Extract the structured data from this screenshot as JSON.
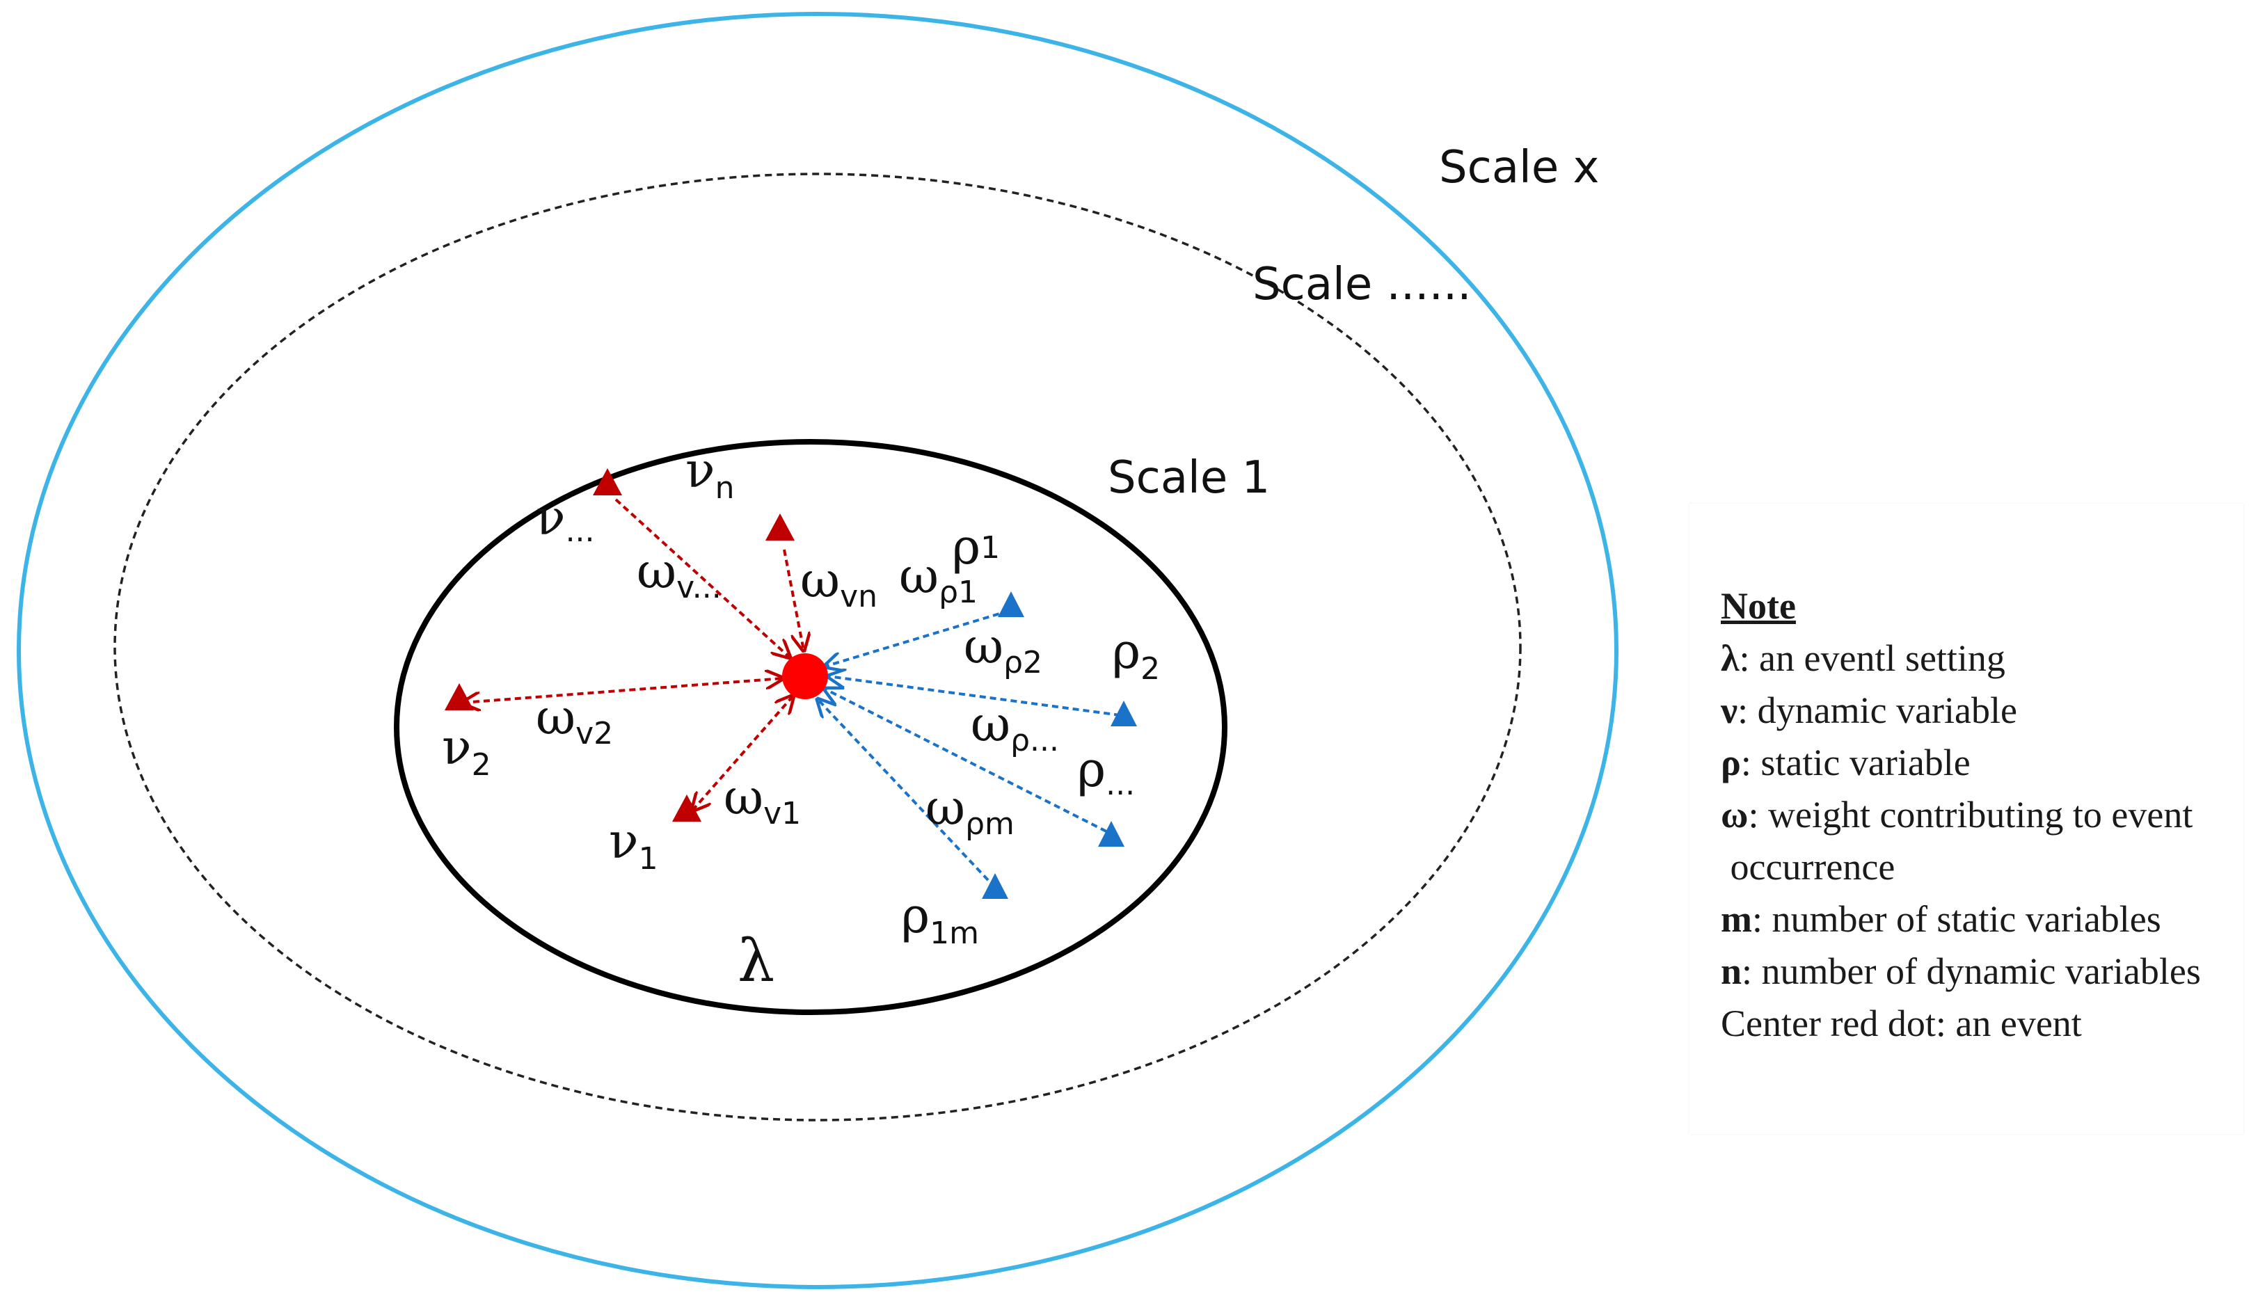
{
  "labels": {
    "scale_outer": "Scale x",
    "scale_middle": "Scale ......",
    "scale_inner": "Scale 1",
    "lambda": "λ"
  },
  "symbols": {
    "nu_n": {
      "base": "ν",
      "sub": "n"
    },
    "nu_dots": {
      "base": "ν",
      "sub": "..."
    },
    "nu_2": {
      "base": "ν",
      "sub": "2"
    },
    "nu_1": {
      "base": "ν",
      "sub": "1"
    },
    "w_nu_dots": {
      "base": "ω",
      "sub": "v..."
    },
    "w_nu_n": {
      "base": "ω",
      "sub": "vn"
    },
    "w_nu_2": {
      "base": "ω",
      "sub": "v2"
    },
    "w_nu_1": {
      "base": "ω",
      "sub": "v1"
    },
    "rho_1": {
      "base": "ρ",
      "sub": "1"
    },
    "rho_2": {
      "base": "ρ",
      "sub": "2"
    },
    "rho_dots": {
      "base": "ρ",
      "sub": "..."
    },
    "rho_1m": {
      "base": "ρ",
      "sub": "1m"
    },
    "w_rho_1": {
      "base": "ω",
      "sub": "ρ1"
    },
    "w_rho_2": {
      "base": "ω",
      "sub": "ρ2"
    },
    "w_rho_dots": {
      "base": "ω",
      "sub": "ρ..."
    },
    "w_rho_m": {
      "base": "ω",
      "sub": "ρm"
    }
  },
  "colors": {
    "outer_ellipse": "#3db4e8",
    "inner_ellipse": "#000000",
    "dashed_ellipse": "#222222",
    "event_dot": "#ff0000",
    "dynamic": "#c00000",
    "static": "#1a73c8"
  },
  "note": {
    "title": "Note",
    "items": [
      {
        "symbol": "λ",
        "text": ": an eventl setting"
      },
      {
        "symbol": "ν",
        "text": ": dynamic variable"
      },
      {
        "symbol": "ρ",
        "text": ": static variable"
      },
      {
        "symbol": "ω",
        "text": ": weight contributing to event"
      },
      {
        "symbol": "",
        "text": " occurrence"
      },
      {
        "symbol": "m",
        "text": ": number of static variables"
      },
      {
        "symbol": "n",
        "text": ": number of dynamic variables"
      },
      {
        "symbol": "",
        "text": "Center red dot: an event"
      }
    ]
  }
}
